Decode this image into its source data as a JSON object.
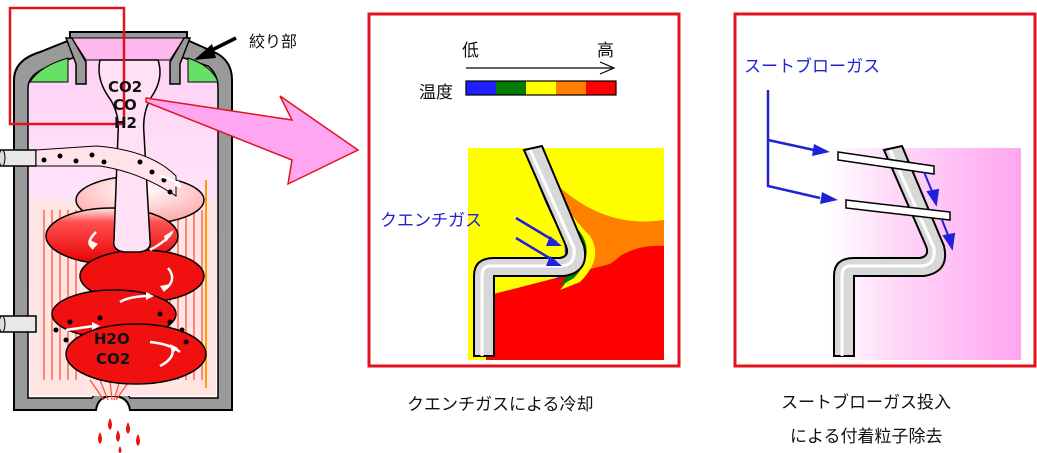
{
  "gasifier": {
    "label_narrowing": "絞り部",
    "label_co2_top": "CO2",
    "label_co": "CO",
    "label_h2": "H2",
    "label_h2o": "H2O",
    "label_co2_bottom": "CO2"
  },
  "quench_panel": {
    "label_low": "低",
    "label_high": "高",
    "label_temperature": "温度",
    "temperature_scale_colors": [
      "#1f1fff",
      "#007a00",
      "#ffff00",
      "#ff7f00",
      "#ff0000"
    ],
    "label_quench_gas": "クエンチガス",
    "caption": "クエンチガスによる冷却"
  },
  "soot_panel": {
    "label_soot_blow_gas": "スートブローガス",
    "caption_line1": "スートブローガス投入",
    "caption_line2": "による付着粒子除去"
  },
  "colors": {
    "frame_red": "#e0141e",
    "arrow_blue": "#1f22d6",
    "pink": "#ffa6f0",
    "red": "#ff0000"
  }
}
